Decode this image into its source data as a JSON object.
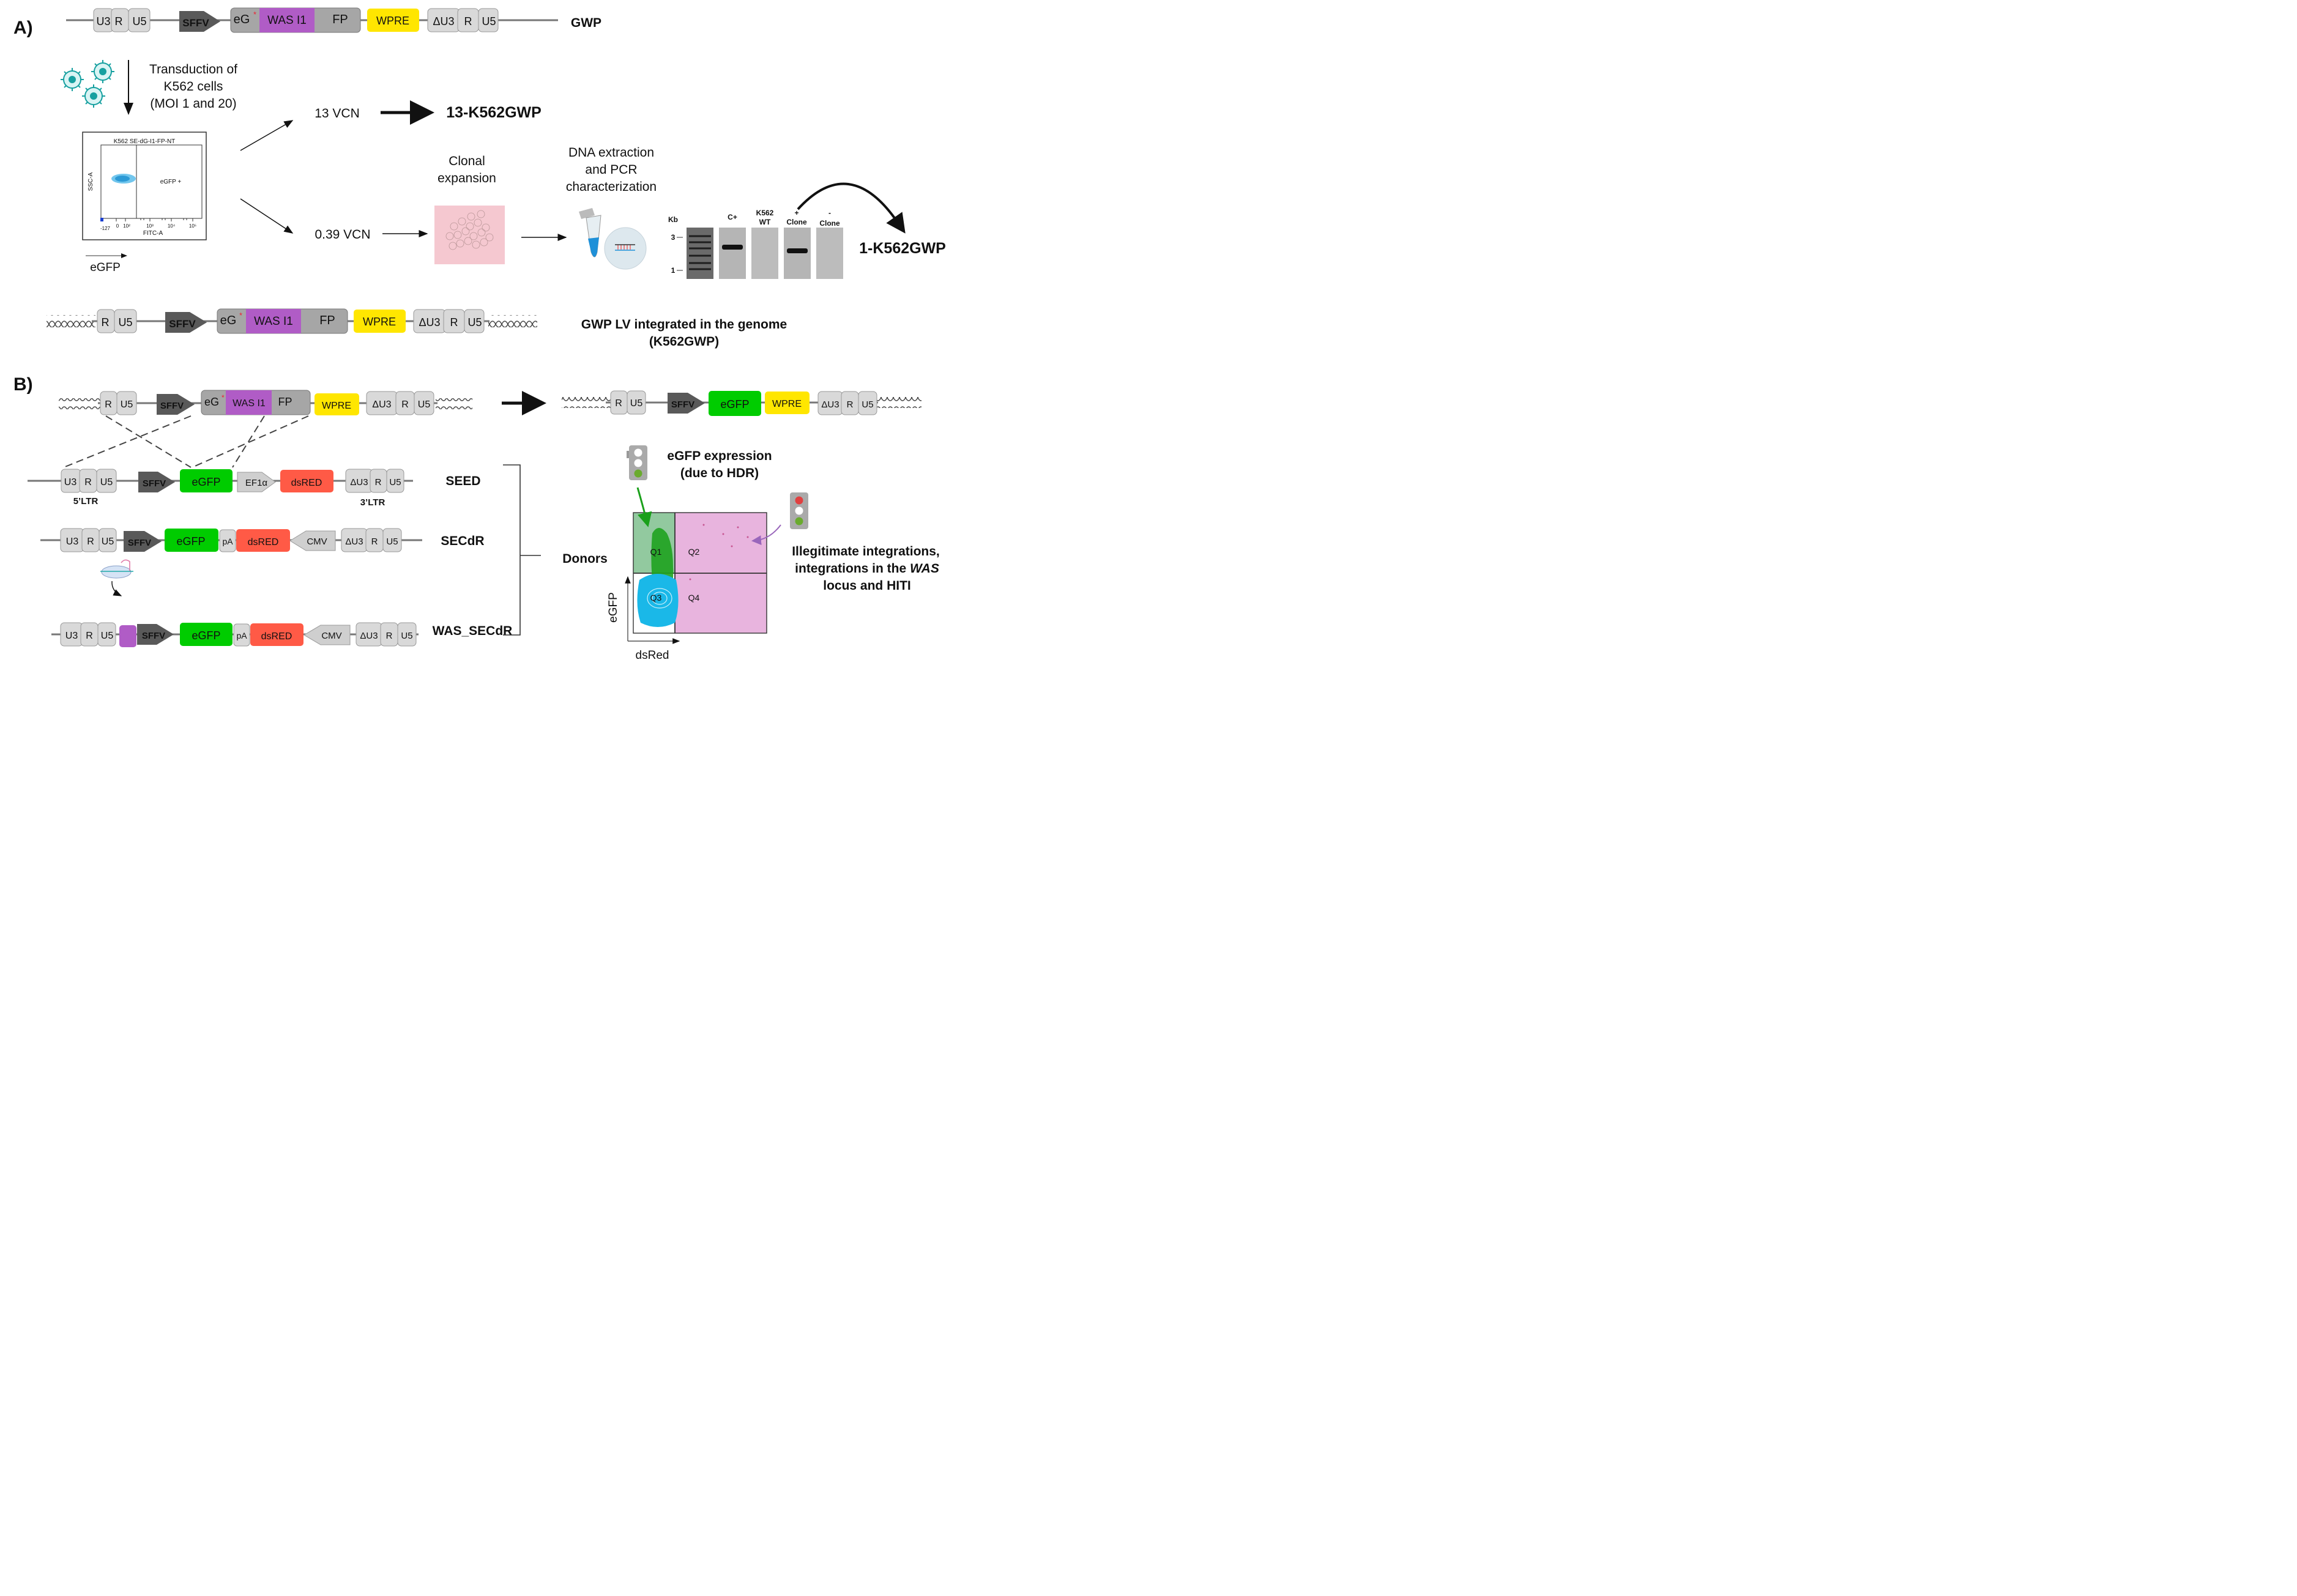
{
  "panels": {
    "a": "A)",
    "b": "B)"
  },
  "constructs": {
    "gwp": {
      "name": "GWP",
      "u3": "U3",
      "r": "R",
      "u5": "U5",
      "sffv": "SFFV",
      "eg": "eG",
      "was": "WAS I1",
      "fp": "FP",
      "wpre": "WPRE",
      "du3": "ΔU3",
      "r2": "R",
      "u52": "U5"
    },
    "integrated": {
      "name": "GWP LV integrated in the genome",
      "sub": "(K562GWP)",
      "r": "R",
      "u5": "U5",
      "sffv": "SFFV",
      "eg": "eG",
      "was": "WAS I1",
      "fp": "FP",
      "wpre": "WPRE",
      "du3": "ΔU3",
      "r2": "R",
      "u52": "U5"
    },
    "target": {
      "r": "R",
      "u5": "U5",
      "sffv": "SFFV",
      "eg": "eG",
      "was": "WAS I1",
      "fp": "FP",
      "wpre": "WPRE",
      "du3": "ΔU3",
      "r2": "R",
      "u52": "U5"
    },
    "product": {
      "r": "R",
      "u5": "U5",
      "sffv": "SFFV",
      "egfp": "eGFP",
      "wpre": "WPRE",
      "du3": "ΔU3",
      "r2": "R",
      "u52": "U5"
    },
    "seed": {
      "name": "SEED",
      "u3": "U3",
      "r": "R",
      "u5": "U5",
      "sffv": "SFFV",
      "egfp": "eGFP",
      "ef1a": "EF1α",
      "dsred": "dsRED",
      "du3": "ΔU3",
      "r2": "R",
      "u52": "U5",
      "ltr5": "5’LTR",
      "ltr3": "3’LTR"
    },
    "secdr": {
      "name": "SECdR",
      "u3": "U3",
      "r": "R",
      "u5": "U5",
      "sffv": "SFFV",
      "egfp": "eGFP",
      "pa": "pA",
      "dsred": "dsRED",
      "cmv": "CMV",
      "du3": "ΔU3",
      "r2": "R",
      "u52": "U5"
    },
    "was_secdr": {
      "name": "WAS_SECdR",
      "u3": "U3",
      "r": "R",
      "u5": "U5",
      "sffv": "SFFV",
      "egfp": "eGFP",
      "pa": "pA",
      "dsred": "dsRED",
      "cmv": "CMV",
      "du3": "ΔU3",
      "r2": "R",
      "u52": "U5"
    }
  },
  "transduction": {
    "line1": "Transduction of",
    "line2": "K562 cells",
    "line3": "(MOI 1 and 20)"
  },
  "facs": {
    "title": "K562 SE-dG-I1-FP-NT",
    "gate": "eGFP +",
    "ylabel": "SSC-A",
    "xlabel": "FITC-A",
    "tick_m127": "-127",
    "tick_0": "0",
    "tick_102": "10²",
    "tick_103": "10³",
    "tick_104": "10⁴",
    "tick_105": "10⁵",
    "axis_egfp": "eGFP"
  },
  "vcn": {
    "high": "13 VCN",
    "high_result": "13-K562GWP",
    "low": "0.39 VCN"
  },
  "clonal": {
    "line1": "Clonal",
    "line2": "expansion"
  },
  "dna": {
    "line1": "DNA extraction",
    "line2": "and PCR",
    "line3": "characterization"
  },
  "gel": {
    "kb": "Kb",
    "m3": "3",
    "m1": "1",
    "c_plus": "C+",
    "k562wt_1": "K562",
    "k562wt_2": "WT",
    "pos_1": "+",
    "pos_2": "Clone",
    "neg_1": "-",
    "neg_2": "Clone",
    "result": "1-K562GWP"
  },
  "donors": "Donors",
  "hdr": {
    "line1": "eGFP expression",
    "line2": "(due to HDR)"
  },
  "illeg": {
    "line1": "Illegitimate integrations,",
    "line2a": "integrations in the ",
    "line2b": "WAS",
    "line3": "locus and HITI"
  },
  "quad": {
    "q1": "Q1",
    "q2": "Q2",
    "q3": "Q3",
    "q4": "Q4",
    "xlabel": "dsRed",
    "ylabel": "eGFP"
  },
  "colors": {
    "ltr": "#d9d9d9",
    "sffv": "#595959",
    "egfp_fp": "#a6a6a6",
    "was": "#b05cc6",
    "wpre": "#ffe600",
    "egfp": "#00cc00",
    "dsred": "#ff5a46",
    "pink": "#e8b4de",
    "cyan": "#1ab8e8"
  }
}
